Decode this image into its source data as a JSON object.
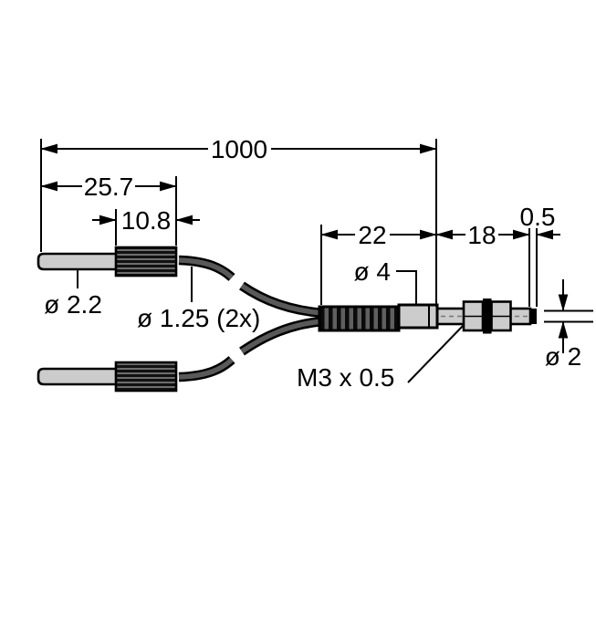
{
  "drawing": {
    "type": "technical-dimension-drawing",
    "subject": "bifurcated fiber optic sensor with M3 threaded head",
    "dimensions": {
      "overall_length": "1000",
      "fiber_end_length": "25.7",
      "ferrule_length": "10.8",
      "sensor_body_length": "22",
      "thread_length": "18",
      "tip_face_width": "0.5"
    },
    "labels": {
      "fiber_tip_diameter": "ø 2.2",
      "fiber_cable_diameter": "ø 1.25 (2x)",
      "sensor_body_diameter": "ø 4",
      "thread_spec": "M3 x 0.5",
      "sensing_tip_diameter": "ø 2"
    },
    "colors": {
      "line": "#000000",
      "metal_light": "#cccccc",
      "cable_core": "#595959",
      "knurl_dark": "#0a0a0a",
      "background": "#ffffff"
    }
  }
}
